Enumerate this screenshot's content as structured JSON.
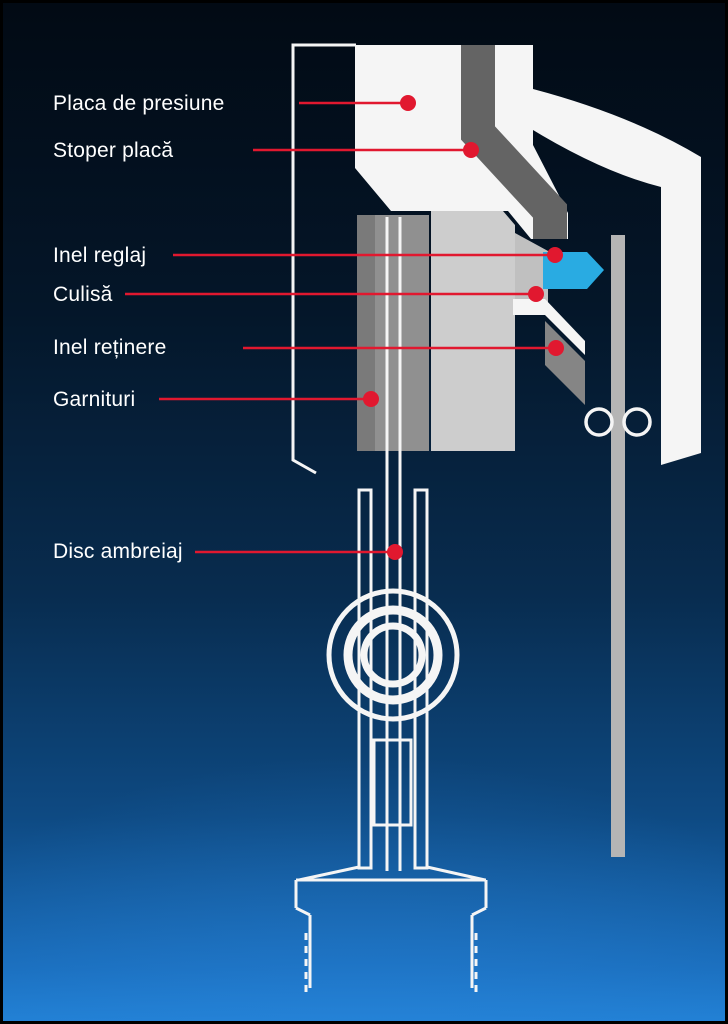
{
  "labels": [
    {
      "text": "Placa de presiune"
    },
    {
      "text": "Stoper placă"
    },
    {
      "text": "Inel reglaj"
    },
    {
      "text": "Culisă"
    },
    {
      "text": "Inel reținere"
    },
    {
      "text": "Garnituri"
    },
    {
      "text": "Disc ambreiaj"
    }
  ],
  "colors": {
    "background_top": "#020a14",
    "background_bottom": "#2180d4",
    "label_text": "#ffffff",
    "marker_red": "#e1182f",
    "accent_cyan": "#29abe2",
    "part_white": "#f5f5f5",
    "part_gray_dark": "#646464",
    "part_gray_medium": "#909090",
    "part_gray_light": "#cdcdcd",
    "part_gray_bar": "#b5b5b5"
  }
}
